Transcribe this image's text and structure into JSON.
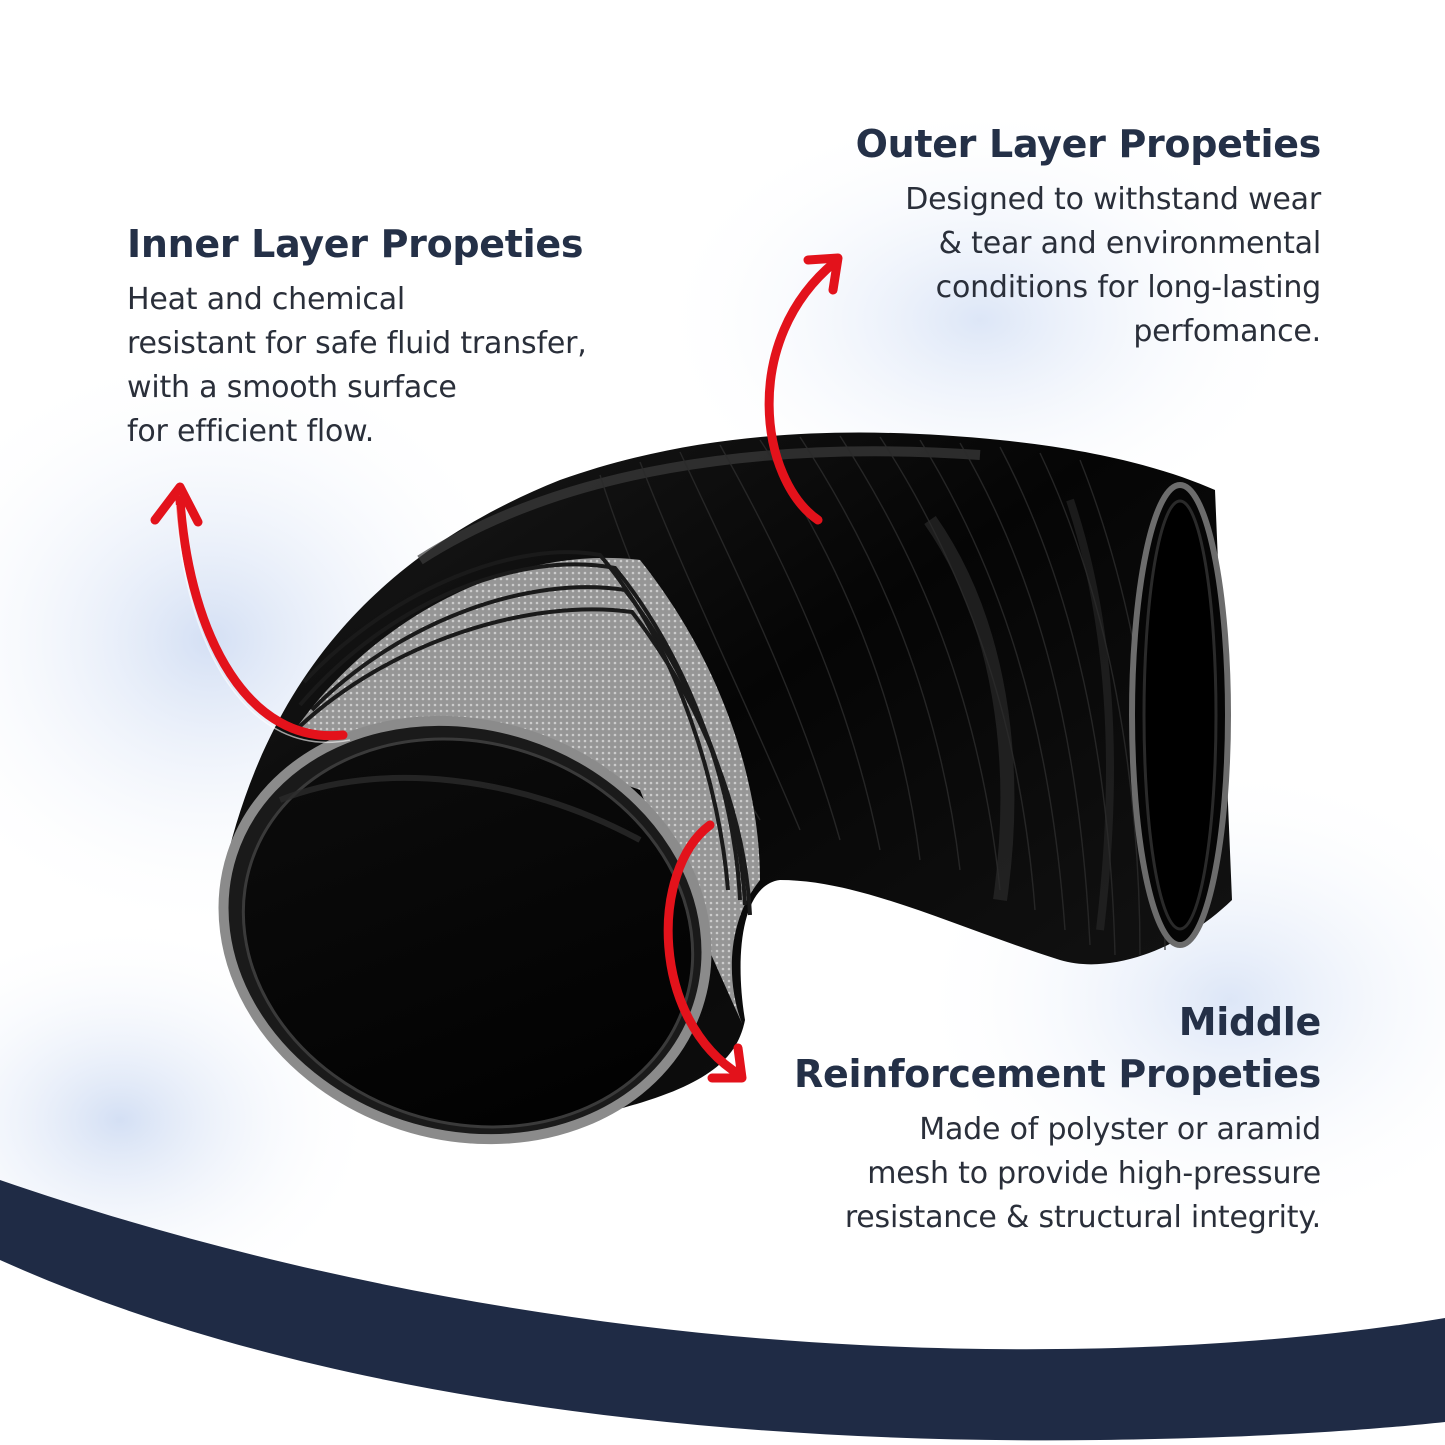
{
  "colors": {
    "heading": "#243047",
    "body_text": "#2a2f3a",
    "arrow": "#e3121b",
    "wave": "#1f2b45",
    "hose": "#0a0a0a",
    "mesh": "#b9b9b9"
  },
  "inner_layer": {
    "title": "Inner Layer Propeties",
    "lines": [
      "Heat and chemical",
      "resistant for safe fluid transfer,",
      "with a smooth surface",
      "for efficient flow."
    ]
  },
  "outer_layer": {
    "title": "Outer Layer Propeties",
    "lines": [
      "Designed to withstand wear",
      "& tear and environmental",
      "conditions for long-lasting",
      "perfomance."
    ]
  },
  "middle_layer": {
    "title_lines": [
      "Middle",
      "Reinforcement Propeties"
    ],
    "lines": [
      "Made of polyster or aramid",
      "mesh to provide high-pressure",
      "resistance & structural integrity."
    ]
  },
  "icons": {
    "inner_arrow": "curved-arrow-icon",
    "outer_arrow": "curved-arrow-icon",
    "middle_arrow": "curved-arrow-icon"
  }
}
